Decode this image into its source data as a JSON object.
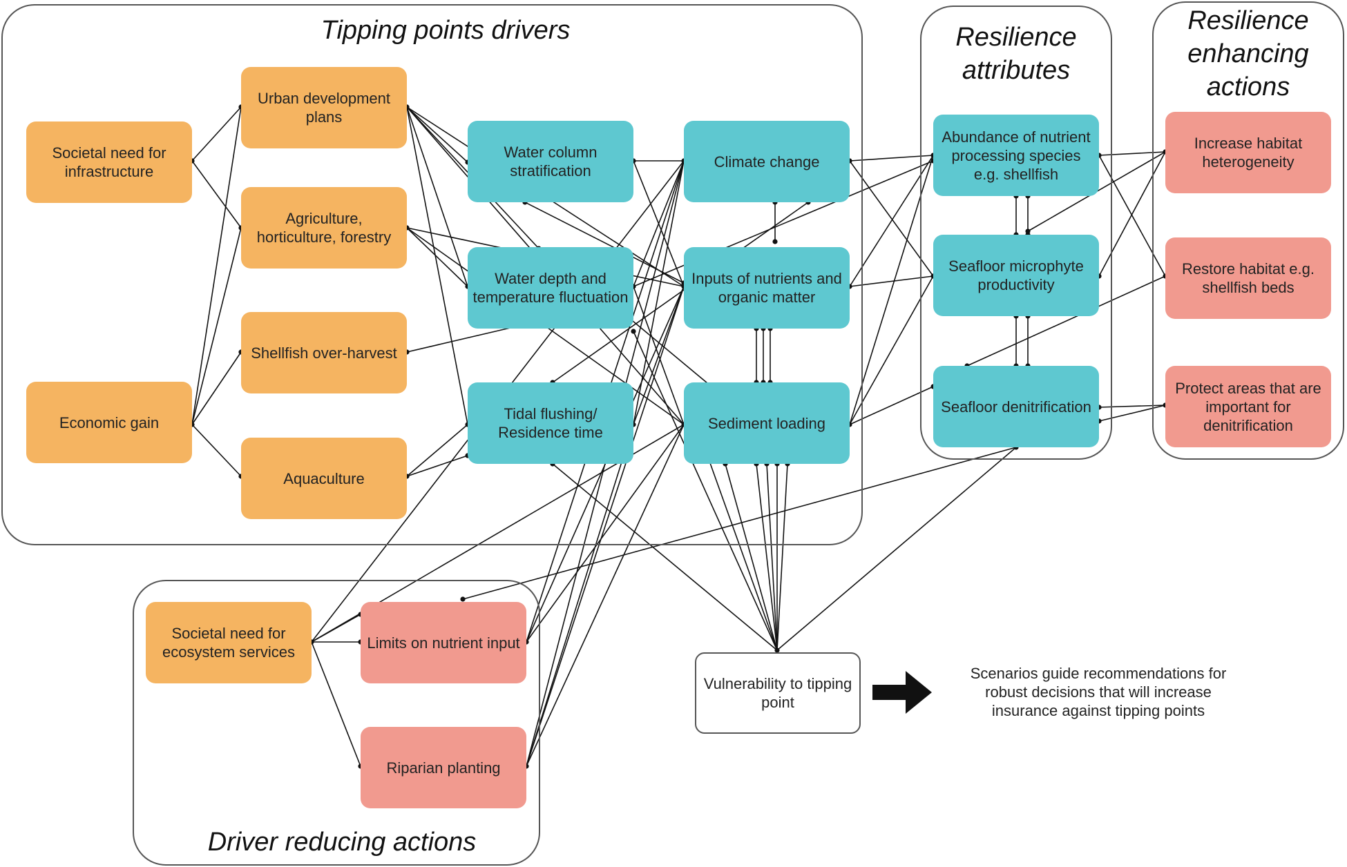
{
  "groups": {
    "drivers_title": "Tipping points drivers",
    "resilience_attributes_title": "Resilience\nattributes",
    "resilience_actions_title": "Resilience\nenhancing\nactions",
    "driver_reducing_title": "Driver reducing actions"
  },
  "nodes": {
    "societal_infra": "Societal need for infrastructure",
    "economic_gain": "Economic gain",
    "urban_dev": "Urban development plans",
    "agriculture": "Agriculture, horticulture, forestry",
    "shellfish_harvest": "Shellfish over-harvest",
    "aquaculture": "Aquaculture",
    "water_column": "Water column stratification",
    "water_depth": "Water depth and temperature fluctuation",
    "tidal_flushing": "Tidal flushing/ Residence time",
    "climate_change": "Climate change",
    "inputs_nutrients": "Inputs of nutrients and organic matter",
    "sediment_loading": "Sediment loading",
    "abundance_species": "Abundance of nutrient processing species e.g. shellfish",
    "seafloor_micro": "Seafloor microphyte productivity",
    "seafloor_denit": "Seafloor denitrification",
    "habitat_heterogeneity": "Increase habitat heterogeneity",
    "restore_habitat": "Restore habitat e.g. shellfish beds",
    "protect_areas": "Protect areas that are important for denitrification",
    "societal_ecosystem": "Societal need for ecosystem services",
    "limits_nutrient": "Limits on nutrient input",
    "riparian": "Riparian planting",
    "vulnerability": "Vulnerability to tipping point"
  },
  "scenario_note": "Scenarios guide recommendations for\nrobust decisions that will increase\ninsurance against tipping points",
  "icons": {
    "arrow": "right-arrow-icon"
  },
  "colors": {
    "driver": "#f5b461",
    "physical": "#5ec8d0",
    "action": "#f19a8f",
    "line": "#111111",
    "border": "#555555"
  }
}
